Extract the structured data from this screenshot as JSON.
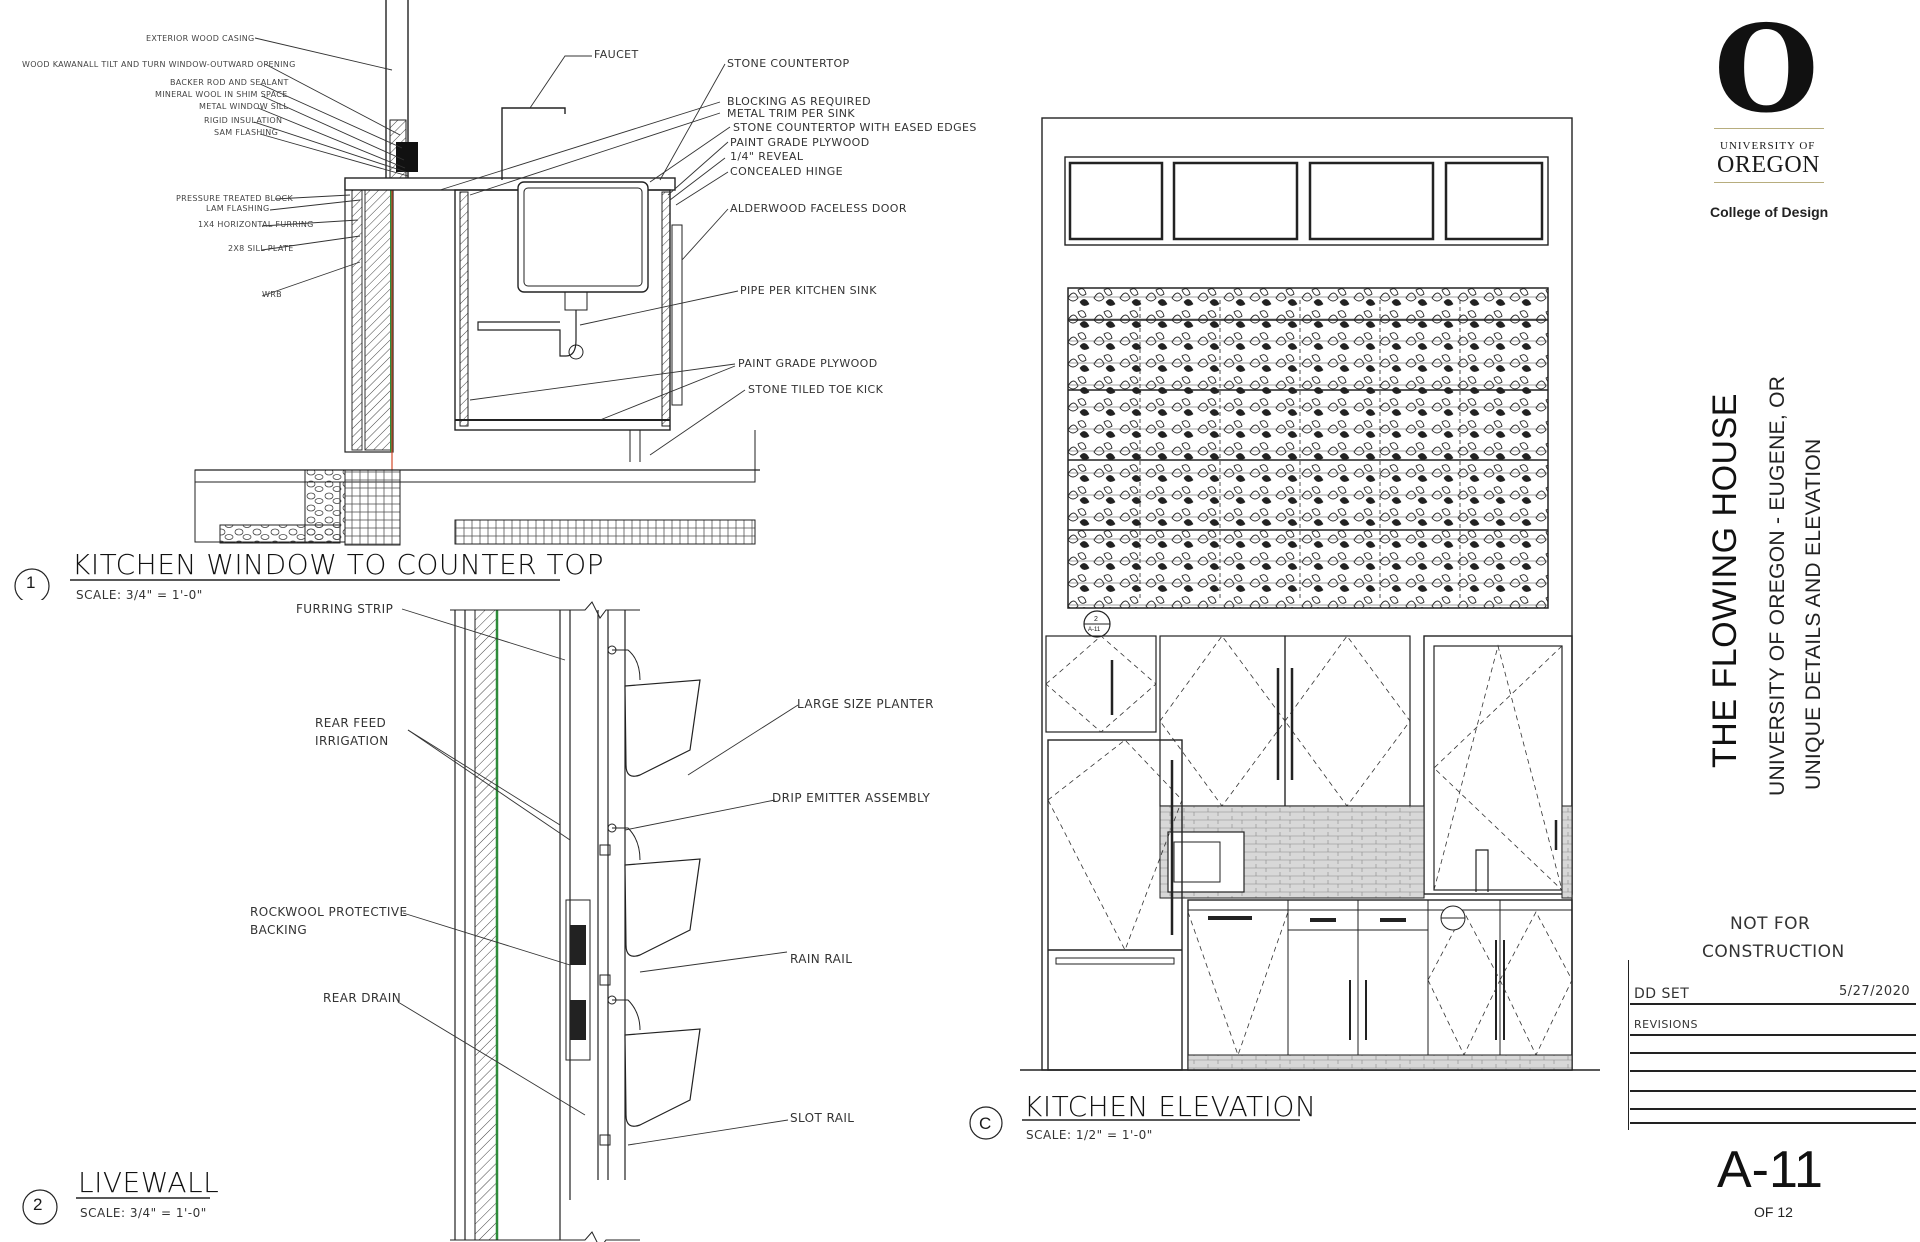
{
  "detail1": {
    "number": "1",
    "title": "KITCHEN WINDOW TO COUNTER TOP",
    "scale": "SCALE: 3/4\" = 1'-0\"",
    "left_labels": [
      "EXTERIOR WOOD CASING",
      "WOOD KAWANALL TILT AND TURN WINDOW-OUTWARD OPENING",
      "BACKER ROD AND SEALANT",
      "MINERAL WOOL IN SHIM SPACE",
      "METAL WINDOW SILL",
      "RIGID INSULATION",
      "SAM FLASHING",
      "PRESSURE TREATED BLOCK",
      "LAM FLASHING",
      "1X4 HORIZONTAL FURRING",
      "2X8 SILL PLATE",
      "WRB"
    ],
    "right_labels": [
      "FAUCET",
      "STONE COUNTERTOP",
      "BLOCKING AS REQUIRED",
      "METAL TRIM PER SINK",
      "STONE COUNTERTOP WITH EASED EDGES",
      "PAINT GRADE PLYWOOD",
      "1/4\" REVEAL",
      "CONCEALED HINGE",
      "ALDERWOOD FACELESS DOOR",
      "PIPE PER KITCHEN SINK",
      "PAINT GRADE PLYWOOD",
      "STONE TILED TOE KICK"
    ]
  },
  "detail2": {
    "number": "2",
    "title": "LIVEWALL",
    "scale": "SCALE: 3/4\" = 1'-0\"",
    "labels": {
      "furring": "FURRING STRIP",
      "rear_feed_1": "REAR FEED",
      "rear_feed_2": "IRRIGATION",
      "planter": "LARGE SIZE PLANTER",
      "drip": "DRIP EMITTER ASSEMBLY",
      "rockwool_1": "ROCKWOOL PROTECTIVE",
      "rockwool_2": "BACKING",
      "rain_rail": "RAIN RAIL",
      "rear_drain": "REAR DRAIN",
      "slot_rail": "SLOT RAIL"
    }
  },
  "elevation": {
    "letter": "C",
    "title": "KITCHEN ELEVATION",
    "scale": "SCALE: 1/2\" = 1'-0\"",
    "tag_top": "2",
    "tag_bottom": "A-11"
  },
  "title_block": {
    "logo_letter": "O",
    "university_small": "UNIVERSITY OF",
    "university_big": "OREGON",
    "college": "College of Design",
    "project": "THE FLOWING HOUSE",
    "client": "UNIVERSITY OF OREGON - EUGENE, OR",
    "sheet_desc": "UNIQUE DETAILS AND ELEVATION",
    "status_1": "NOT FOR",
    "status_2": "CONSTRUCTION",
    "set": "DD SET",
    "date": "5/27/2020",
    "revisions": "REVISIONS",
    "sheet_number": "A-11",
    "sheet_total": "OF 12"
  },
  "colors": {
    "ink": "#1a1a1a",
    "membrane": "#2e8b3a",
    "flashing": "#d24a2a",
    "logo": "#111111",
    "rule": "#b7ad7e"
  }
}
